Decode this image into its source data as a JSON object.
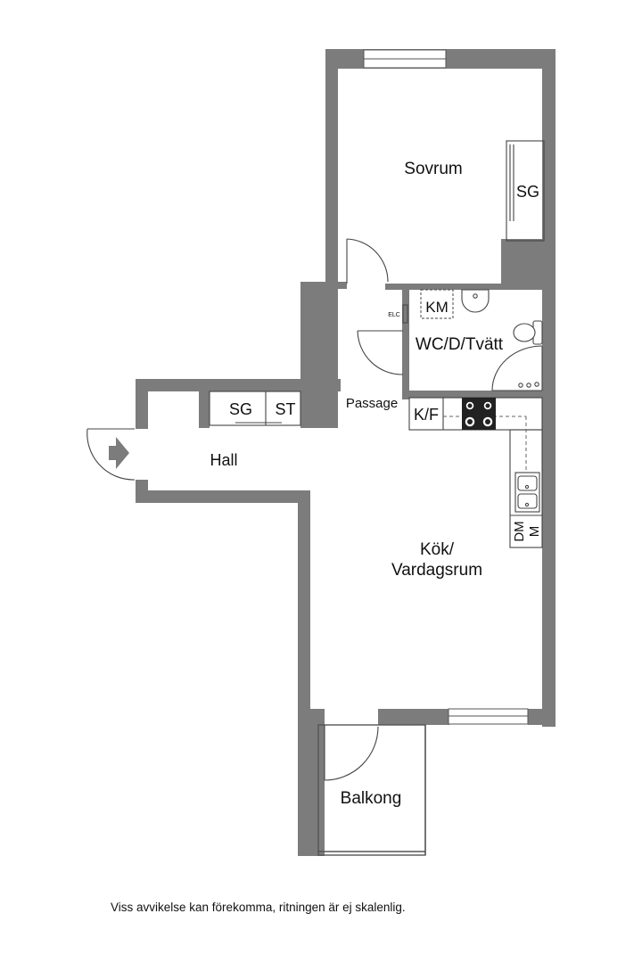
{
  "colors": {
    "wall": "#7c7c7c",
    "line": "#555555",
    "floor": "#ffffff",
    "appliance": "#222222"
  },
  "rooms": {
    "bedroom": "Sovrum",
    "bathroom": "WC/D/Tvätt",
    "passage": "Passage",
    "hall": "Hall",
    "kitchen_line1": "Kök/",
    "kitchen_line2": "Vardagsrum",
    "balcony": "Balkong"
  },
  "fixtures": {
    "bedroom_wardrobe": "SG",
    "hall_wardrobe": "SG",
    "hall_storage": "ST",
    "washing_machine": "KM",
    "fridge_freezer": "K/F",
    "dishwasher_top": "DM",
    "dishwasher_bottom": "M",
    "electric_cabinet": "ELC"
  },
  "icons": [
    "entrance-arrow-icon",
    "stove-icon",
    "sink-icon",
    "toilet-icon",
    "washbasin-icon",
    "shower-icon"
  ],
  "disclaimer": "Viss avvikelse kan förekomma, ritningen är ej skalenlig."
}
